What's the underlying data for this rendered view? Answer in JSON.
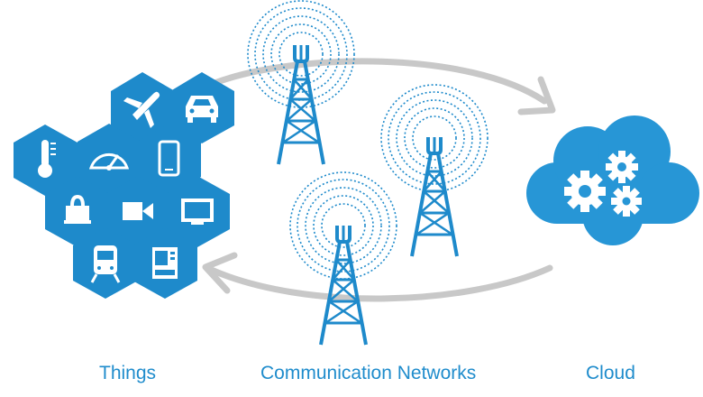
{
  "colors": {
    "primary": "#1e8acb",
    "cloud": "#2796d6",
    "arrow": "#c8c8c8",
    "icon": "#ffffff"
  },
  "things": {
    "label": "Things",
    "icons": [
      "airplane-icon",
      "car-icon",
      "thermometer-icon",
      "speedometer-icon",
      "smartphone-icon",
      "lock-icon",
      "video-camera-icon",
      "tv-icon",
      "train-icon",
      "vending-machine-icon"
    ]
  },
  "networks": {
    "label": "Communication Networks",
    "towers": [
      "cell-tower-icon",
      "cell-tower-icon",
      "cell-tower-icon"
    ]
  },
  "cloud": {
    "label": "Cloud",
    "icons": [
      "cloud-icon",
      "gears-icon"
    ]
  },
  "arrows": [
    "arrow-things-to-cloud",
    "arrow-cloud-to-things"
  ]
}
